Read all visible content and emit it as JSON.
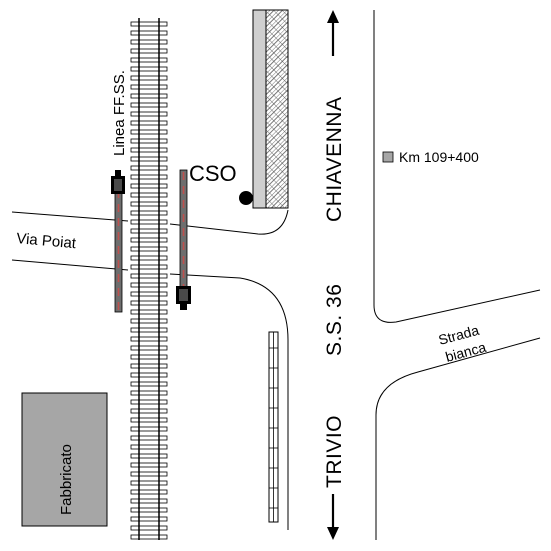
{
  "labels": {
    "railway": "Linea FF.SS.",
    "cso": "CSO",
    "road_north": "CHIAVENNA",
    "road_code": "S.S. 36",
    "road_south": "TRIVIO",
    "via_poiat": "Via Poiat",
    "km_marker": "Km 109+400",
    "strada_line1": "Strada",
    "strada_line2": "bianca",
    "building": "Fabbricato"
  },
  "colors": {
    "line": "#000000",
    "building_fill": "#a6a6a6",
    "barrier_fill": "#6e6e6e",
    "barrier_stripe": "#c0504d",
    "hatch_fill": "#cfcfcf",
    "marker_fill": "#a6a6a6"
  },
  "icons": {
    "north_arrow": "arrow-up-icon",
    "south_arrow": "arrow-down-icon",
    "km_marker": "square-marker-icon",
    "cso_point": "filled-circle-icon"
  }
}
